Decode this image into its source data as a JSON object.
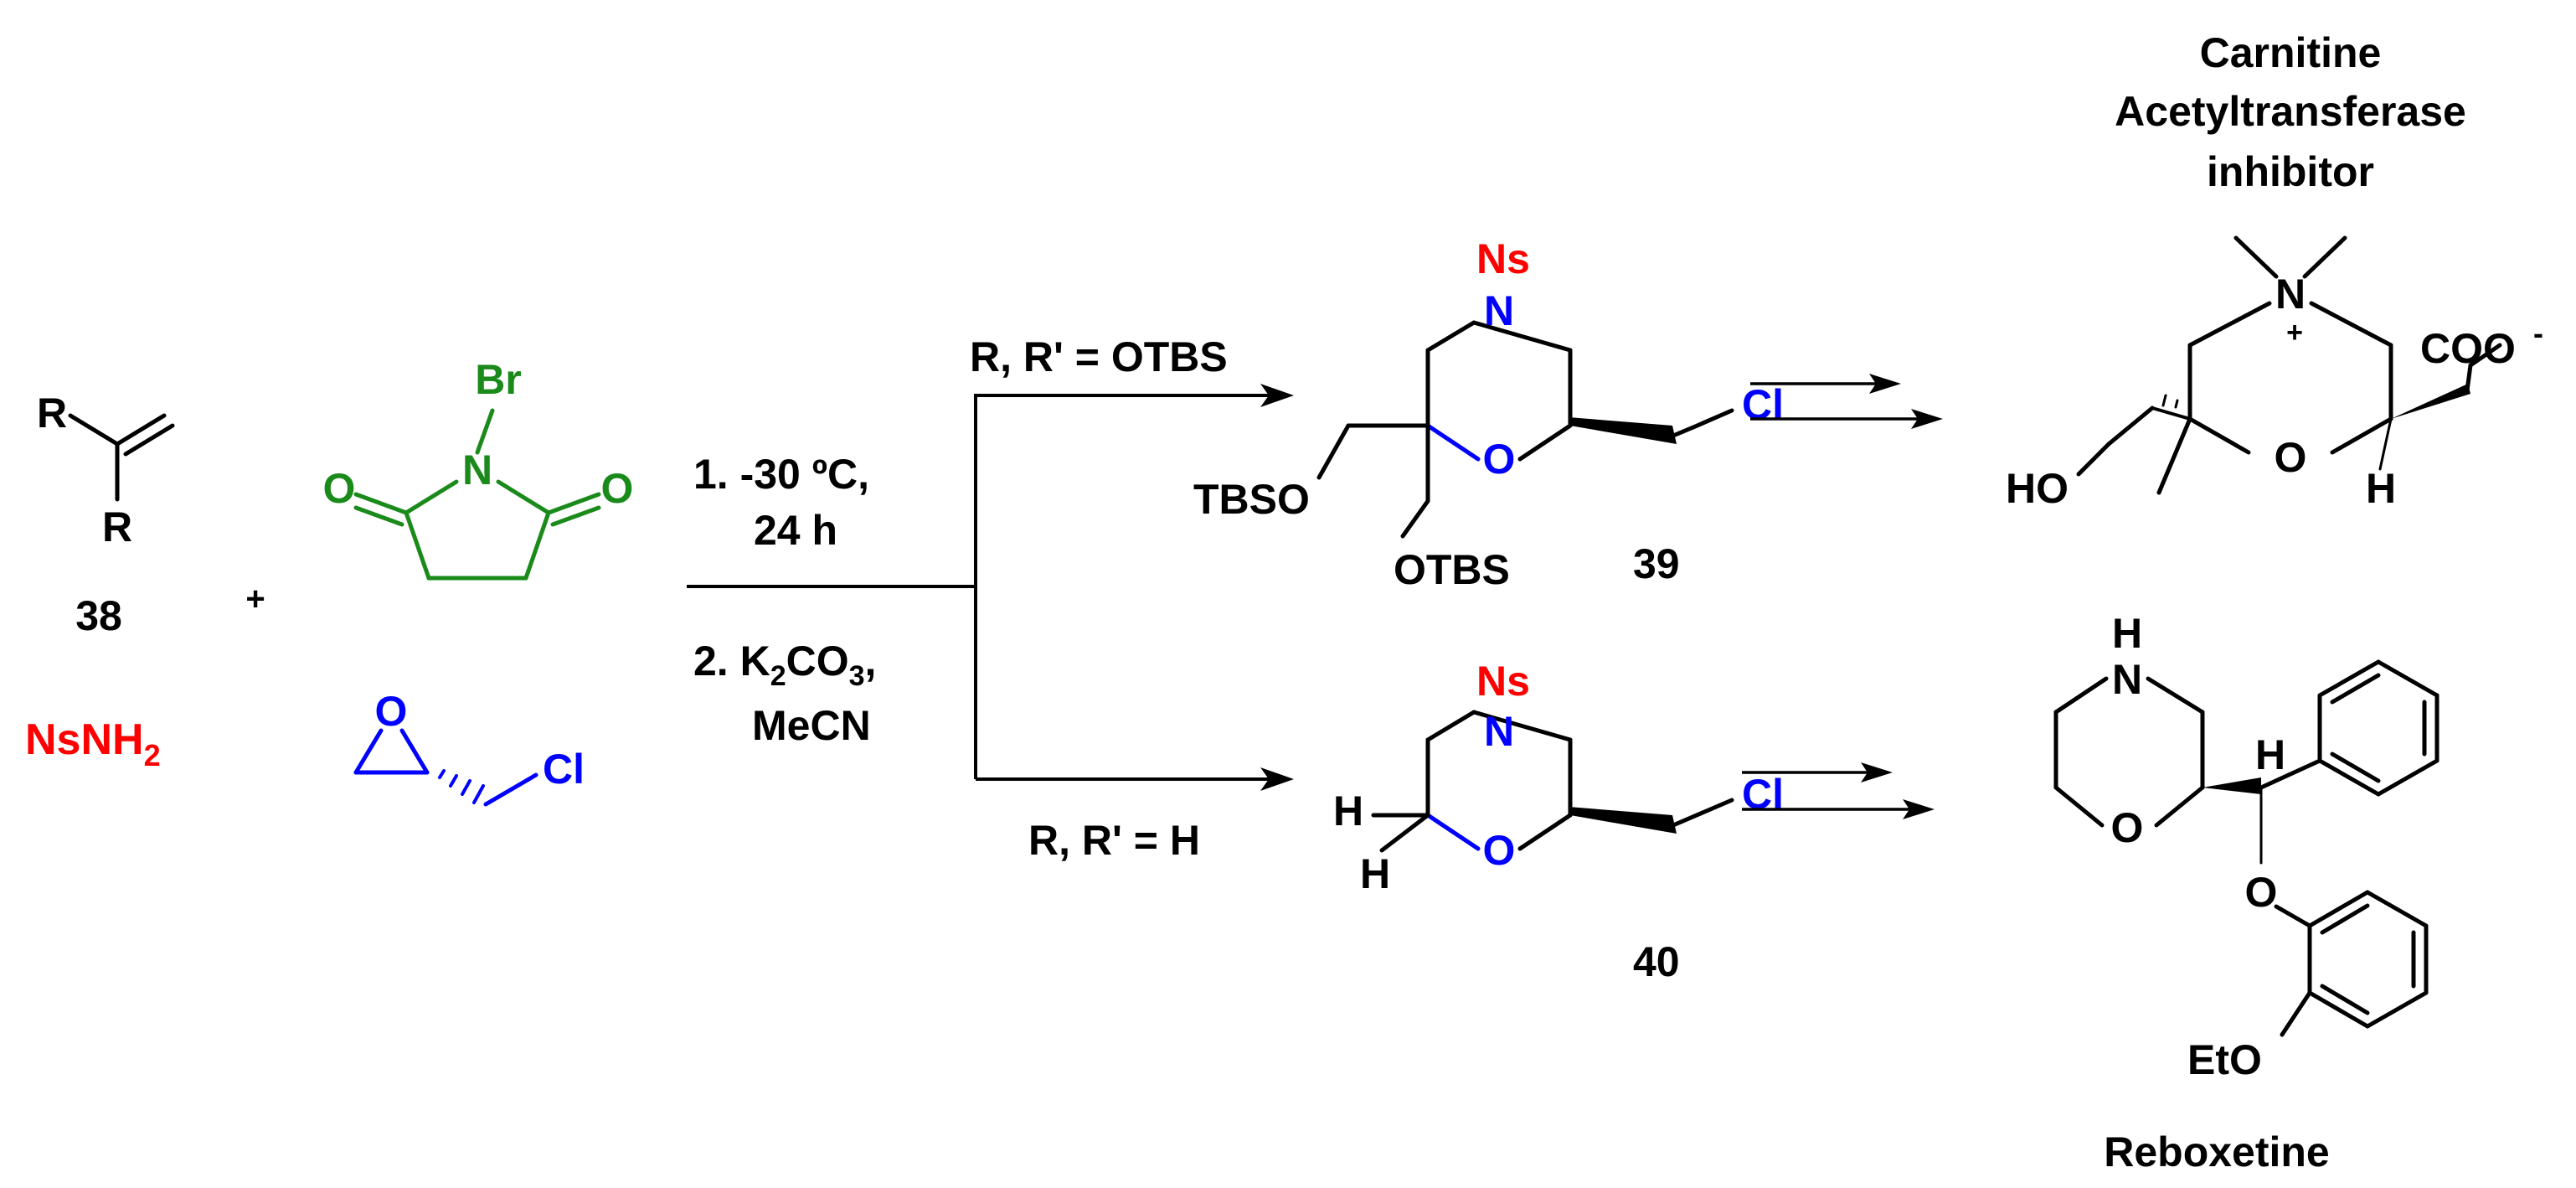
{
  "colors": {
    "black": "#000000",
    "red": "#ff0000",
    "green": "#1a8a1a",
    "blue": "#0000ff"
  },
  "reagents": {
    "alkene_label": "38",
    "plus": "+",
    "nsnh2": "NsNH",
    "nsnh2_sub": "2",
    "nbs_n": "N",
    "nbs_br": "Br",
    "nbs_o": "O",
    "epox_o": "O",
    "epox_cl": "Cl",
    "r": "R"
  },
  "conditions": {
    "step1_line1": "1. -30 ºC,",
    "step1_line2": "24 h",
    "step2_a": "2. K",
    "step2_sub1": "2",
    "step2_b": "CO",
    "step2_sub2": "3",
    "step2_c": ",",
    "step2_line2": "MeCN",
    "branch_top": "R, R' = OTBS",
    "branch_bottom": "R, R' = H"
  },
  "products": {
    "p39": {
      "ns": "Ns",
      "n": "N",
      "o": "O",
      "cl": "Cl",
      "tbso": "TBSO",
      "otbs": "OTBS",
      "label": "39"
    },
    "p40": {
      "ns": "Ns",
      "n": "N",
      "o": "O",
      "cl": "Cl",
      "h": "H",
      "label": "40"
    }
  },
  "targets": {
    "cat": {
      "title1": "Carnitine",
      "title2": "Acetyltransferase",
      "title3": "inhibitor",
      "n": "N",
      "plus": "+",
      "o": "O",
      "coo": "COO",
      "charge": "-",
      "ho": "HO",
      "h": "H"
    },
    "rebox": {
      "h": "H",
      "n": "N",
      "o": "O",
      "eto": "EtO",
      "name": "Reboxetine"
    }
  }
}
